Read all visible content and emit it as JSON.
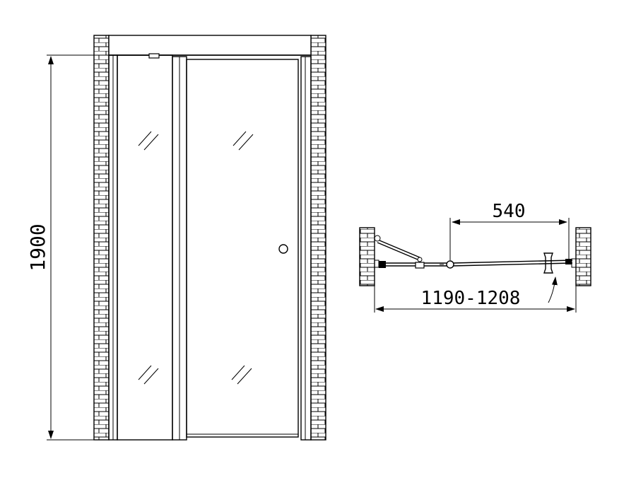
{
  "dimensions": {
    "height": "1900",
    "door_width": "540",
    "total_width": "1190-1208"
  },
  "colors": {
    "line": "#000000",
    "background": "#ffffff"
  }
}
